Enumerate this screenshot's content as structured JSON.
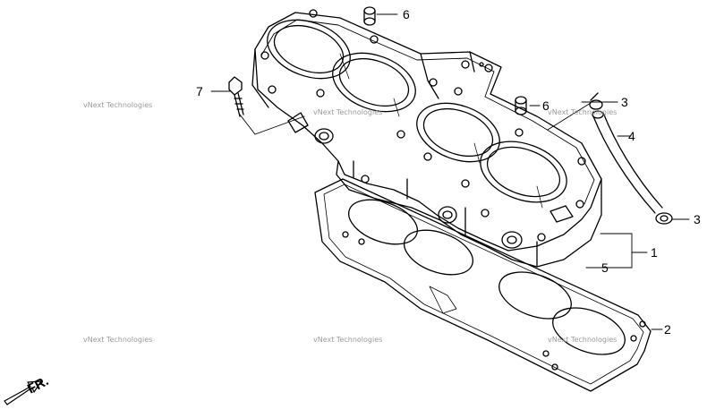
{
  "callouts": [
    {
      "label": "1"
    },
    {
      "label": "2"
    },
    {
      "label": "3"
    },
    {
      "label": "3"
    },
    {
      "label": "4"
    },
    {
      "label": "5"
    },
    {
      "label": "6"
    },
    {
      "label": "6"
    },
    {
      "label": "7"
    }
  ],
  "watermark": {
    "text": "vNext Technologies"
  },
  "direction_label": "FR."
}
